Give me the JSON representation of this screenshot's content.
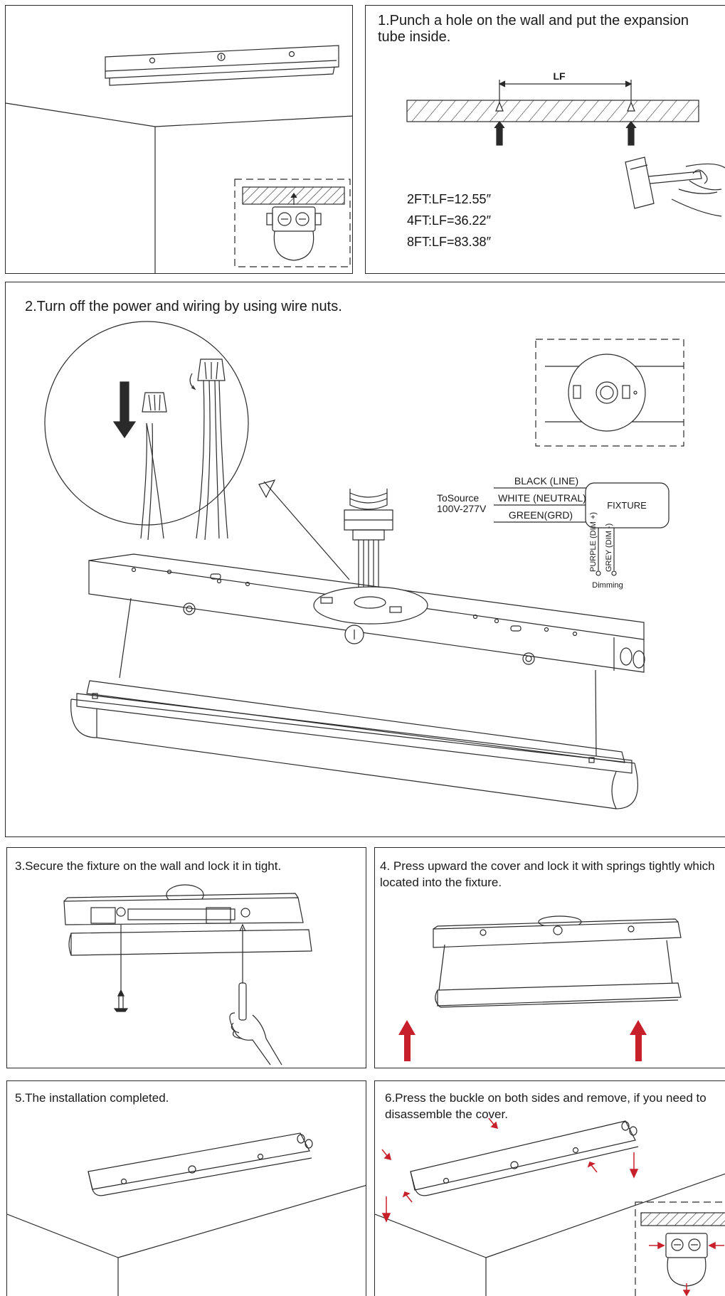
{
  "panel1": {},
  "panel2": {
    "step_text": "1.Punch a hole on the wall and put the expansion tube inside.",
    "dimension_label": "LF",
    "lengths": [
      "2FT:LF=12.55″",
      "4FT:LF=36.22″",
      "8FT:LF=83.38″"
    ]
  },
  "panel3": {
    "step_text": "2.Turn off the power and wiring by using wire nuts.",
    "wiring": {
      "source_label": "ToSource",
      "voltage": "100V-277V",
      "wires": [
        "BLACK (LINE)",
        "WHITE (NEUTRAL)",
        "GREEN(GRD)"
      ],
      "fixture_label": "FIXTURE",
      "dim_wires": [
        "PURPLE (DIM +)",
        "GREY (DIM -)"
      ],
      "dimming_label": "Dimming"
    }
  },
  "panel4": {
    "step_text": "3.Secure the fixture on the wall and lock it in tight."
  },
  "panel5": {
    "step_text": "4. Press upward the cover and lock it with springs tightly which located into the fixture."
  },
  "panel6": {
    "step_text": "5.The installation completed."
  },
  "panel7": {
    "step_text": "6.Press the buckle on both sides and remove, if you need to disassemble the cover."
  },
  "colors": {
    "line": "#2a2a2a",
    "arrow_red": "#c8202a",
    "hatch": "#666666"
  }
}
